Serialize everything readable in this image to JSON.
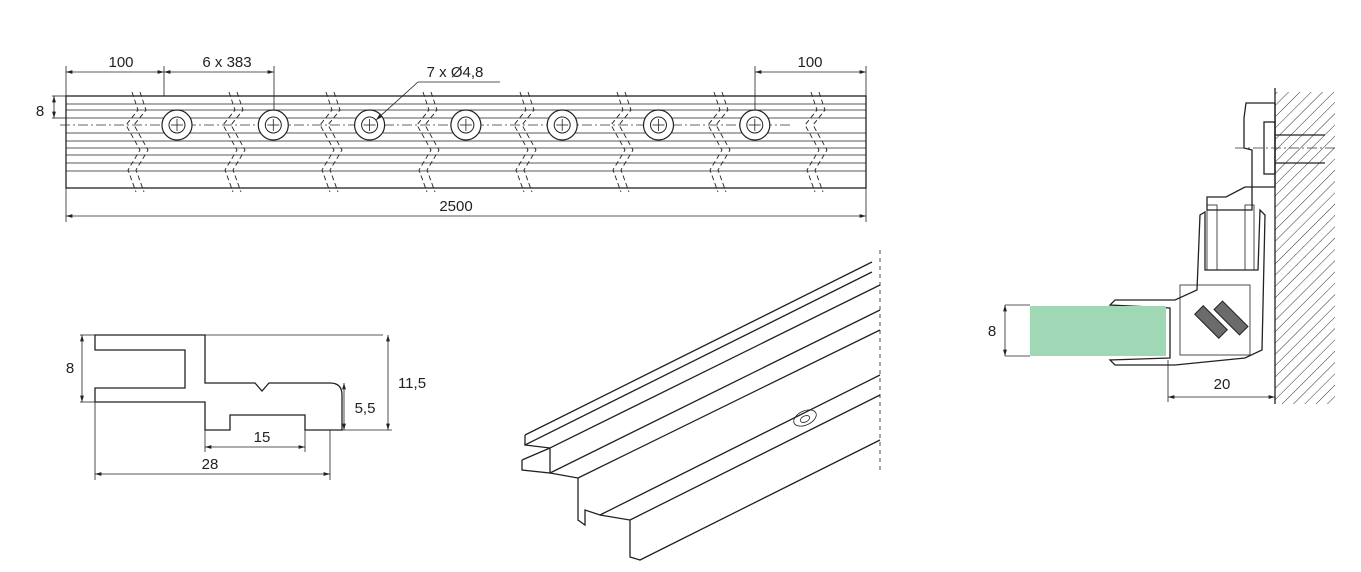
{
  "top_view": {
    "dim_left": "100",
    "dim_spacing": "6 x 383",
    "dim_holes": "7 x Ø4,8",
    "dim_right": "100",
    "dim_height": "8",
    "dim_length": "2500",
    "hole_count": 7
  },
  "cross_section": {
    "dim_height": "8",
    "dim_total_height": "11,5",
    "dim_foot_height": "5,5",
    "dim_foot_width": "15",
    "dim_width": "28"
  },
  "install_detail": {
    "dim_glass": "8",
    "dim_offset": "20",
    "glass_color": "#a0d8b5",
    "magnet_color": "#6b6b6b"
  }
}
